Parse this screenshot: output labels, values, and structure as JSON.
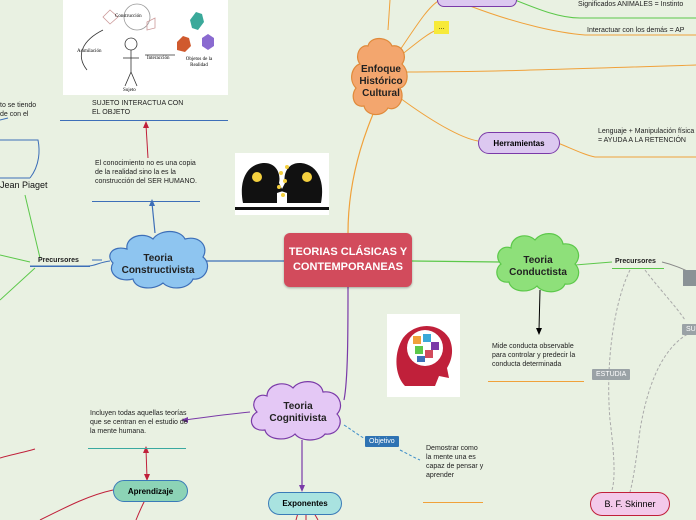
{
  "central": {
    "label": "TEORIAS CLÁSICAS Y CONTEMPORANEAS"
  },
  "constructivista": {
    "label": "Teoria Constructivista",
    "note": "El conocimiento no es una copia de la realidad sino la es la construcción del SER HUMANO.",
    "subject_note": "SUJETO INTERACTUA CON EL OBJETO",
    "precursores_label": "Precursores",
    "piaget_label": "Jean Piaget",
    "left_note": "to se tiendo de con el"
  },
  "image_piaget": {
    "construccion": "Construcción",
    "asimilacion": "Asimilación",
    "interaccion": "Interacción",
    "objetos": "Objetos de la Realidad",
    "sujeto": "Sujeto"
  },
  "enfoque": {
    "label": "Enfoque Histórico Cultural",
    "top_note_1": "Significados ANIMALES = Instinto",
    "top_note_2": "Interactuar con los demás = AP",
    "small_tag": "...",
    "herramientas_label": "Herramientas",
    "herramientas_note": "Lenguaje + Manipulación física = AYUDA A LA RETENCIÓN"
  },
  "conductista": {
    "label": "Teoria Conductista",
    "precursores_label": "Precursores",
    "note": "Mide conducta observable para controlar y predecir la conducta determinada",
    "estudia_tag": "ESTUDIA",
    "sus_tag": "SUS",
    "skinner_label": "B. F. Skinner"
  },
  "cognitivista": {
    "label": "Teoria Cognitivista",
    "note": "Incluyen todas aquellas teorías que se centran en el estudio de la mente humana.",
    "objetivo_tag": "Objetivo",
    "objetivo_note": "Demostrar como la mente una es capaz de pensar y aprender",
    "aprendizaje_label": "Aprendizaje",
    "exponentes_label": "Exponentes"
  },
  "colors": {
    "central": "#d24b5c",
    "cloud_blue": "#8ec5f0",
    "cloud_green": "#8ee07a",
    "cloud_purple": "#e4c8f5",
    "enfoque_orange": "#f3a66e",
    "herramientas_pill": "#dcc8f0",
    "aprendizaje_pill": "#8cd3b6",
    "exponentes_pill": "#a9e3e0",
    "skinner_pill": "#f3c9ea"
  }
}
